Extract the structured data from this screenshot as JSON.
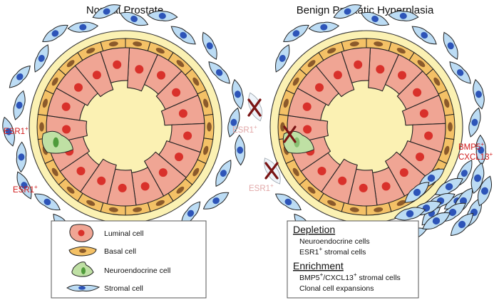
{
  "titles": {
    "left": "Normal Prostate",
    "right": "Benign Prostatic Hyperplasia"
  },
  "labels": {
    "esr1_base": "ESR1",
    "plus": "+",
    "bmp5_base": "BMP5",
    "cxcl13_base": "CXCL13"
  },
  "legend": {
    "items": [
      {
        "label": "Luminal cell",
        "icon": "luminal-cell-icon"
      },
      {
        "label": "Basal cell",
        "icon": "basal-cell-icon"
      },
      {
        "label": "Neuroendocrine cell",
        "icon": "neuroendocrine-cell-icon"
      },
      {
        "label": "Stromal cell",
        "icon": "stromal-cell-icon"
      }
    ]
  },
  "summary": {
    "depletion_title": "Depletion",
    "depletion_line1": "Neuroendocrine cells",
    "depletion_line2_base": "ESR1",
    "depletion_line2_rest": " stromal cells",
    "enrichment_title": "Enrichment",
    "enrichment_line1_a": "BMP5",
    "enrichment_line1_b": "/CXCL13",
    "enrichment_line1_c": " stromal cells",
    "enrichment_line2": "Clonal cell expansions"
  },
  "colors": {
    "luminal": "#f0a594",
    "luminal_nucleus": "#d9312b",
    "basal": "#f4c166",
    "basal_nucleus": "#8b5a2b",
    "neuroendocrine": "#bfe0a4",
    "neuroendocrine_nucleus": "#4f9b3b",
    "stromal": "#bcdcf4",
    "stromal_nucleus": "#2d54b8",
    "ring": "#fbf1b3",
    "cross": "#7a1414",
    "label_red": "#d01818",
    "label_faded": "#e2a8a8"
  }
}
